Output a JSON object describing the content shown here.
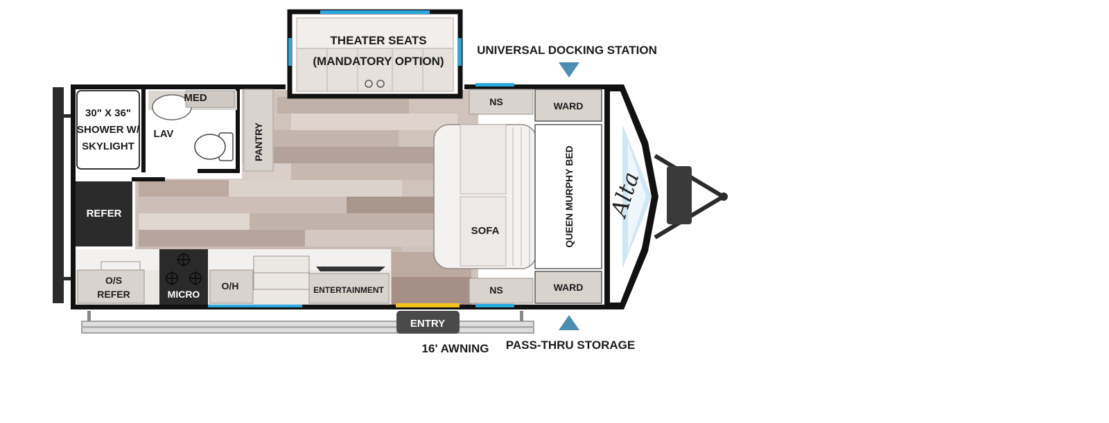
{
  "labels": {
    "theater_line1": "THEATER SEATS",
    "theater_line2": "(MANDATORY OPTION)",
    "universal_docking": "UNIVERSAL DOCKING STATION",
    "ns_top": "NS",
    "ward_top": "WARD",
    "shower_line1": "30\" X 36\"",
    "shower_line2": "SHOWER W/",
    "shower_line3": "SKYLIGHT",
    "med": "MED",
    "lav": "LAV",
    "pantry": "PANTRY",
    "refer": "REFER",
    "os_refer_line1": "O/S",
    "os_refer_line2": "REFER",
    "micro": "MICRO",
    "oh": "O/H",
    "entertainment": "ENTERTAINMENT",
    "sofa": "SOFA",
    "queen_murphy_bed": "QUEEN MURPHY BED",
    "ns_bottom": "NS",
    "ward_bottom": "WARD",
    "entry": "ENTRY",
    "awning": "16' AWNING",
    "pass_thru": "PASS-THRU STORAGE",
    "logo": "Alta"
  },
  "colors": {
    "wall": "#111111",
    "window": "#29a9e0",
    "entry_step": "#f2c21b",
    "arrow": "#4a8fb3",
    "cabinet": "#d9d3cd",
    "refer": "#2b2b2b",
    "floor_light": "#d6ccc6",
    "floor_dark": "#a8968e"
  }
}
